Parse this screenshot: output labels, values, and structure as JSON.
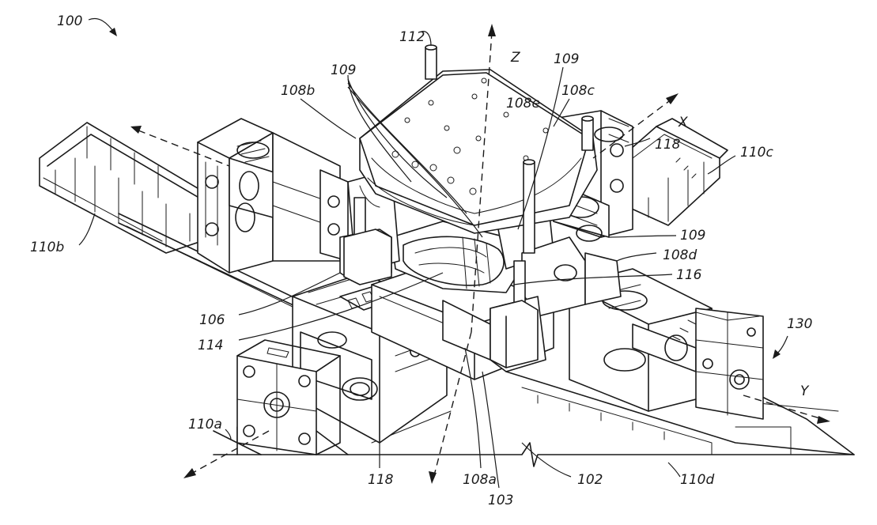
{
  "figure": {
    "ref_100": "100",
    "ref_112": "112",
    "axis_z": "Z",
    "ref_109": "109",
    "ref_108e": "108e",
    "ref_108b": "108b",
    "ref_108c": "108c",
    "axis_x": "X",
    "ref_118": "118",
    "ref_110c": "110c",
    "ref_110b": "110b",
    "ref_108d": "108d",
    "ref_116": "116",
    "ref_106": "106",
    "ref_114": "114",
    "ref_130": "130",
    "axis_y": "Y",
    "ref_110a": "110a",
    "ref_108a": "108a",
    "ref_102": "102",
    "ref_103": "103",
    "ref_110d": "110d"
  }
}
